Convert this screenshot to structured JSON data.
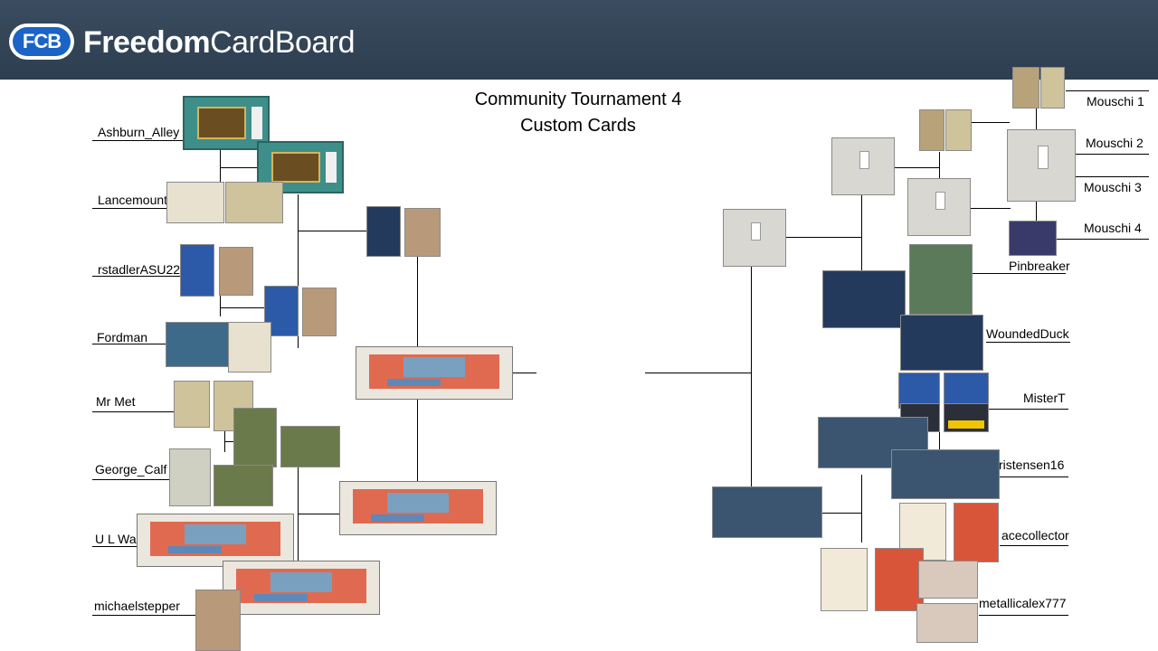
{
  "header": {
    "logo_text": "FCB",
    "brand_part1": "Freedom",
    "brand_part2": "CardBoard",
    "bg_color": "#2d3e50",
    "logo_color": "#1b63c6"
  },
  "title": {
    "line1": "Community Tournament 4",
    "line2": "Custom Cards"
  },
  "left_participants": [
    "Ashburn_Alley",
    "Lancemount",
    "rstadlerASU22",
    "Fordman",
    "Mr Met",
    "George_Calf",
    "U L Wa",
    "michaelstepper"
  ],
  "right_participants": [
    "Mouschi 1",
    "Mouschi 2",
    "Mouschi 3",
    "Mouschi 4",
    "Pinbreaker",
    "WoundedDuck",
    "MisterT",
    "ristensen16",
    "acecollector",
    "metallicalex777"
  ]
}
